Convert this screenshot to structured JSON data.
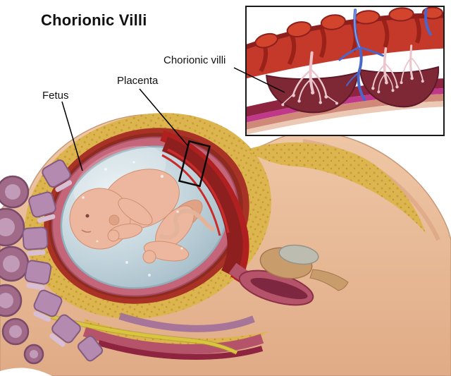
{
  "title": "Chorionic Villi",
  "labels": {
    "fetus": "Fetus",
    "placenta": "Placenta",
    "chorionic_villi": "Chorionic villi"
  },
  "colors": {
    "background": "#ffffff",
    "skin": "#e9bd9d",
    "skin_shadow": "#d79d7c",
    "fat_yellow": "#dcb54e",
    "fat_texture": "#c1922f",
    "muscle_red": "#a93226",
    "uterus_wall_pink": "#c4657a",
    "amniotic_sac_blue": "#bccfd8",
    "fetus_skin": "#ecb79e",
    "placenta_dark_red": "#8e1f1f",
    "blood_bright_red": "#cc2b2b",
    "vessel_blue": "#4a66c8",
    "villi_pink": "#eac6cc",
    "bone_purple": "#b48ab0",
    "decidua_maroon": "#8e2440",
    "decidua_magenta": "#c0388a",
    "label_line": "#000000"
  }
}
